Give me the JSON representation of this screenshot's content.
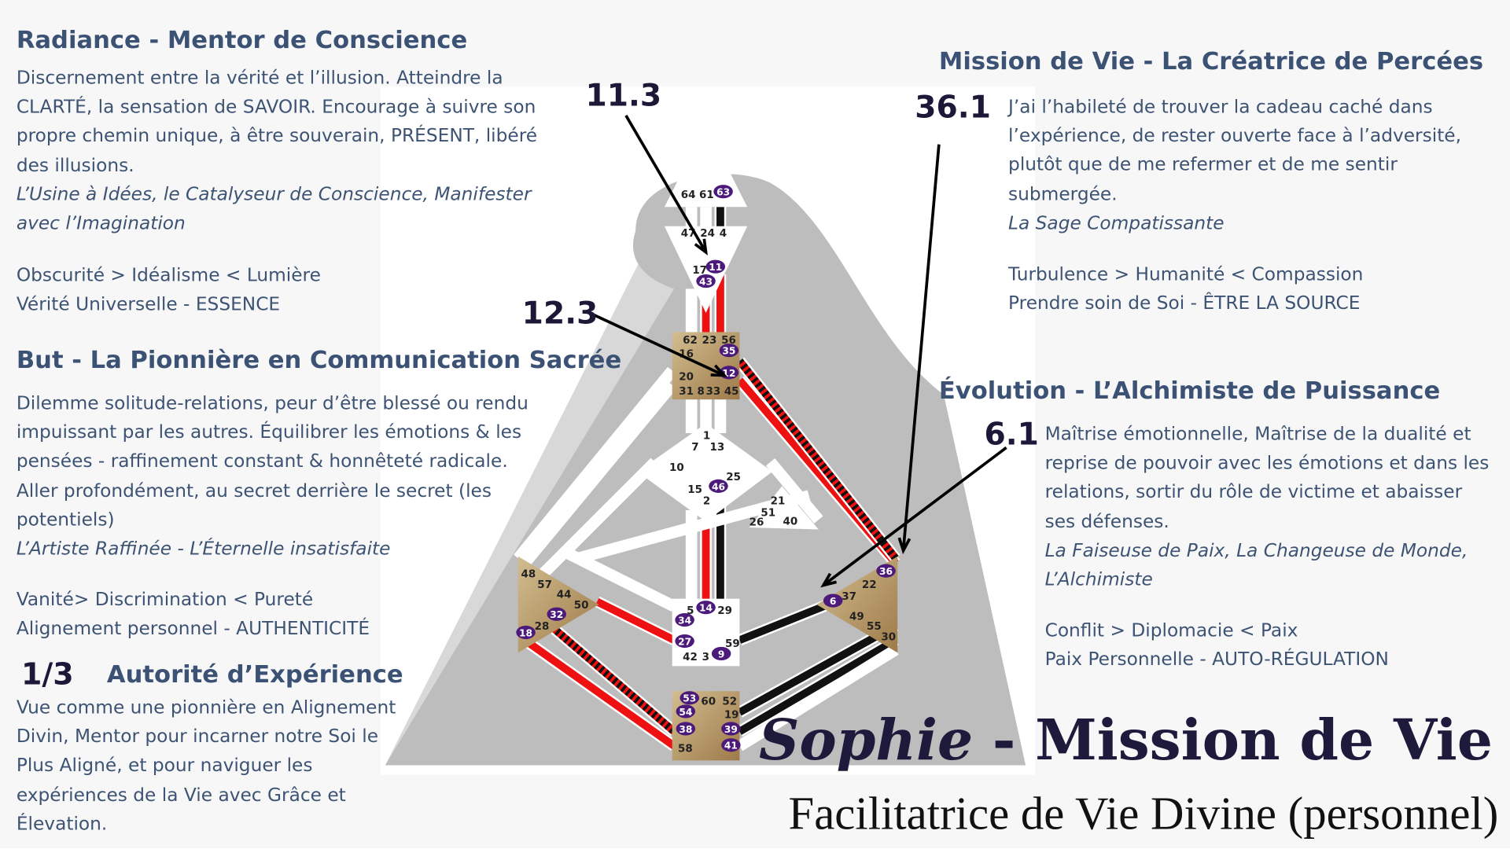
{
  "radiance": {
    "title": "Radiance - Mentor de Conscience",
    "lines": [
      "Discernement entre la vérité et l’illusion. Atteindre la",
      "CLARTÉ, la sensation de SAVOIR. Encourage à suivre son",
      "propre chemin unique, à être souverain, PRÉSENT, libéré",
      "des illusions."
    ],
    "italic": [
      "L’Usine à Idées, le Catalyseur de Conscience, Manifester",
      "avec l’Imagination"
    ],
    "shadow": "Obscurité > Idéalisme < Lumière",
    "essence": "Vérité Universelle  - ESSENCE"
  },
  "but": {
    "title": "But - La Pionnière en Communication Sacrée",
    "lines": [
      "Dilemme solitude-relations, peur d’être blessé ou rendu",
      "impuissant par les autres. Équilibrer les  émotions & les",
      "pensées -  raffinement constant & honnêteté radicale.",
      "Aller profondément, au secret derrière le secret (les",
      "potentiels)"
    ],
    "italic": [
      "L’Artiste Raffinée - L’Éternelle insatisfaite"
    ],
    "shadow": "Vanité> Discrimination < Pureté",
    "essence": "Alignement personnel - AUTHENTICITÉ"
  },
  "authority": {
    "profile": "1/3",
    "title": "Autorité d’Expérience",
    "lines": [
      "Vue comme une pionnière en Alignement",
      "Divin, Mentor pour incarner notre Soi le",
      "Plus Aligné, et pour naviguer les",
      "expériences de la Vie avec Grâce et",
      "Élevation."
    ]
  },
  "mission": {
    "title": "Mission de Vie - La Créatrice de Percées",
    "gate": "36.1",
    "lines": [
      "J’ai l’habileté de trouver la cadeau caché dans",
      "l’expérience, de rester ouverte face à l’adversité,",
      "plutôt que de me refermer et de me sentir",
      "submergée."
    ],
    "italic": [
      "La Sage Compatissante"
    ],
    "shadow": "Turbulence > Humanité < Compassion",
    "essence": "Prendre soin de Soi - ÊTRE LA SOURCE"
  },
  "evolution": {
    "title": "Évolution - L’Alchimiste de Puissance",
    "gate": "6.1",
    "lines": [
      "Maîtrise émotionnelle, Maîtrise de la dualité et",
      "reprise de pouvoir avec les émotions et dans les",
      "relations, sortir du rôle de victime et abaisser",
      "ses défenses."
    ],
    "italic": [
      "La Faiseuse de Paix, La Changeuse de Monde,",
      "L’Alchimiste"
    ],
    "shadow": "Conflit >  Diplomacie < Paix",
    "essence": "Paix Personnelle - AUTO-RÉGULATION"
  },
  "labels": {
    "g113": "11.3",
    "g123": "12.3"
  },
  "footer": {
    "name": "Sophie",
    "sep": " - ",
    "title": "Mission de Vie",
    "subtitle": "Facilitatrice de Vie Divine (personnel)"
  },
  "gates": {
    "head": [
      "64",
      "61"
    ],
    "head_active": [
      "63"
    ],
    "ajna": [
      "47",
      "24",
      "4",
      "17"
    ],
    "ajna_active": [
      "11",
      "43"
    ],
    "throat": [
      "62",
      "23",
      "56",
      "16",
      "20",
      "31",
      "8",
      "33",
      "45"
    ],
    "throat_active": [
      "35",
      "12"
    ],
    "g": [
      "1",
      "7",
      "13",
      "10",
      "25",
      "15",
      "2"
    ],
    "g_active": [
      "46"
    ],
    "ego": [
      "21",
      "51",
      "26",
      "40"
    ],
    "spleen": [
      "48",
      "57",
      "44",
      "50",
      "28"
    ],
    "spleen_active": [
      "32",
      "18"
    ],
    "solar": [
      "22",
      "37",
      "49",
      "55",
      "30"
    ],
    "solar_active": [
      "36",
      "6"
    ],
    "sacral": [
      "5",
      "29",
      "59",
      "42",
      "3"
    ],
    "sacral_active": [
      "14",
      "34",
      "27",
      "9"
    ],
    "root": [
      "60",
      "52",
      "19",
      "58"
    ],
    "root_active": [
      "53",
      "54",
      "38",
      "39",
      "41"
    ]
  },
  "colors": {
    "heading": "#3b5275",
    "text": "#3d5373",
    "title": "#1e1a3c",
    "active_gate": "#4b1a7a",
    "center": "#b9996a",
    "red": "#ee1111"
  }
}
